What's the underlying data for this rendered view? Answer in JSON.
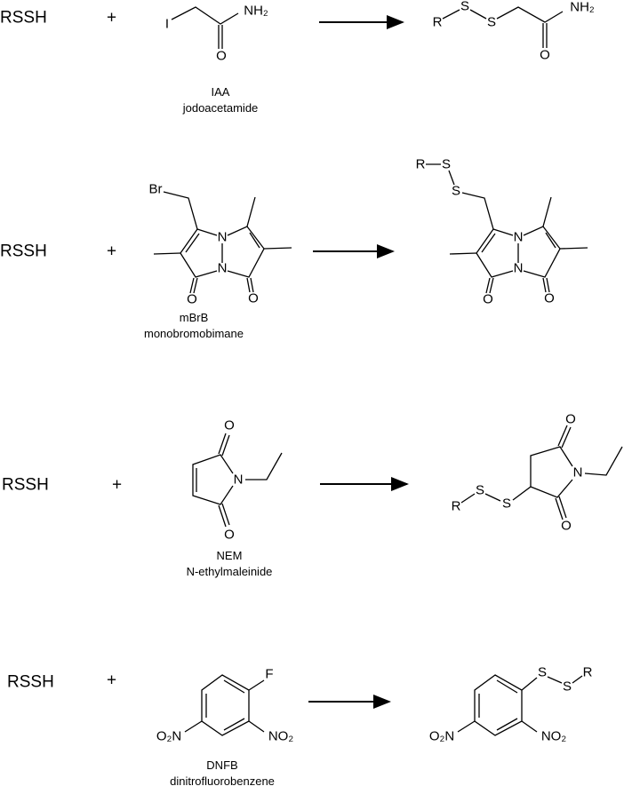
{
  "title": "Reactions of persulfides (RSSH) with alkylating/arylating reagents",
  "reactions": [
    {
      "reactant": "RSSH",
      "plus": "+",
      "abbr": "IAA",
      "name": "jodoacetamide"
    },
    {
      "reactant": "RSSH",
      "plus": "+",
      "abbr": "mBrB",
      "name": "monobromobimane"
    },
    {
      "reactant": "RSSH",
      "plus": "+",
      "abbr": "NEM",
      "name": "N-ethylmaleinide"
    },
    {
      "reactant": "RSSH",
      "plus": "+",
      "abbr": "DNFB",
      "name": "dinitrofluorobenzene"
    }
  ],
  "atoms": {
    "I": "I",
    "NH2": "NH₂",
    "O": "O",
    "R": "R",
    "S": "S",
    "Br": "Br",
    "N": "N",
    "F": "F",
    "NO2": "NO₂",
    "O2N": "O₂N"
  }
}
